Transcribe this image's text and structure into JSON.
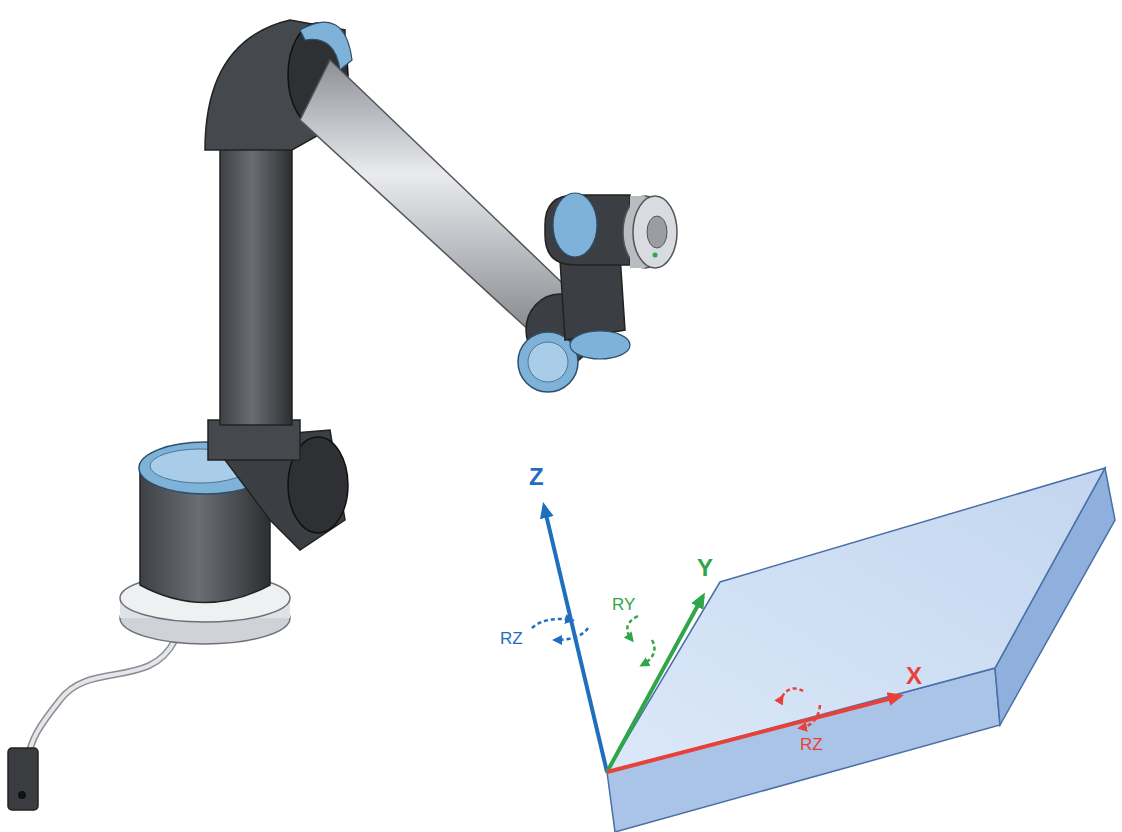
{
  "diagram": {
    "labels": [
      "Z",
      "Y",
      "RZ",
      "RY",
      "X",
      "RZ"
    ]
  }
}
